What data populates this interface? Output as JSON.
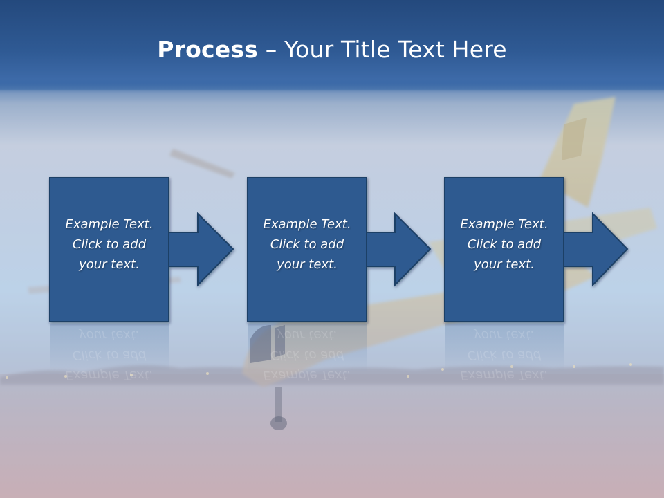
{
  "slide": {
    "title_bold": "Process",
    "title_rest": " – Your Title Text Here"
  },
  "steps": [
    {
      "text": "Example Text.\nClick  to add\nyour text."
    },
    {
      "text": "Example Text.\nClick  to add\nyour text."
    },
    {
      "text": "Example Text.\nClick  to add\nyour text."
    }
  ],
  "colors": {
    "box_fill": "#2e5a90",
    "box_border": "#1f3f66",
    "title_band": "#2f5a94"
  }
}
